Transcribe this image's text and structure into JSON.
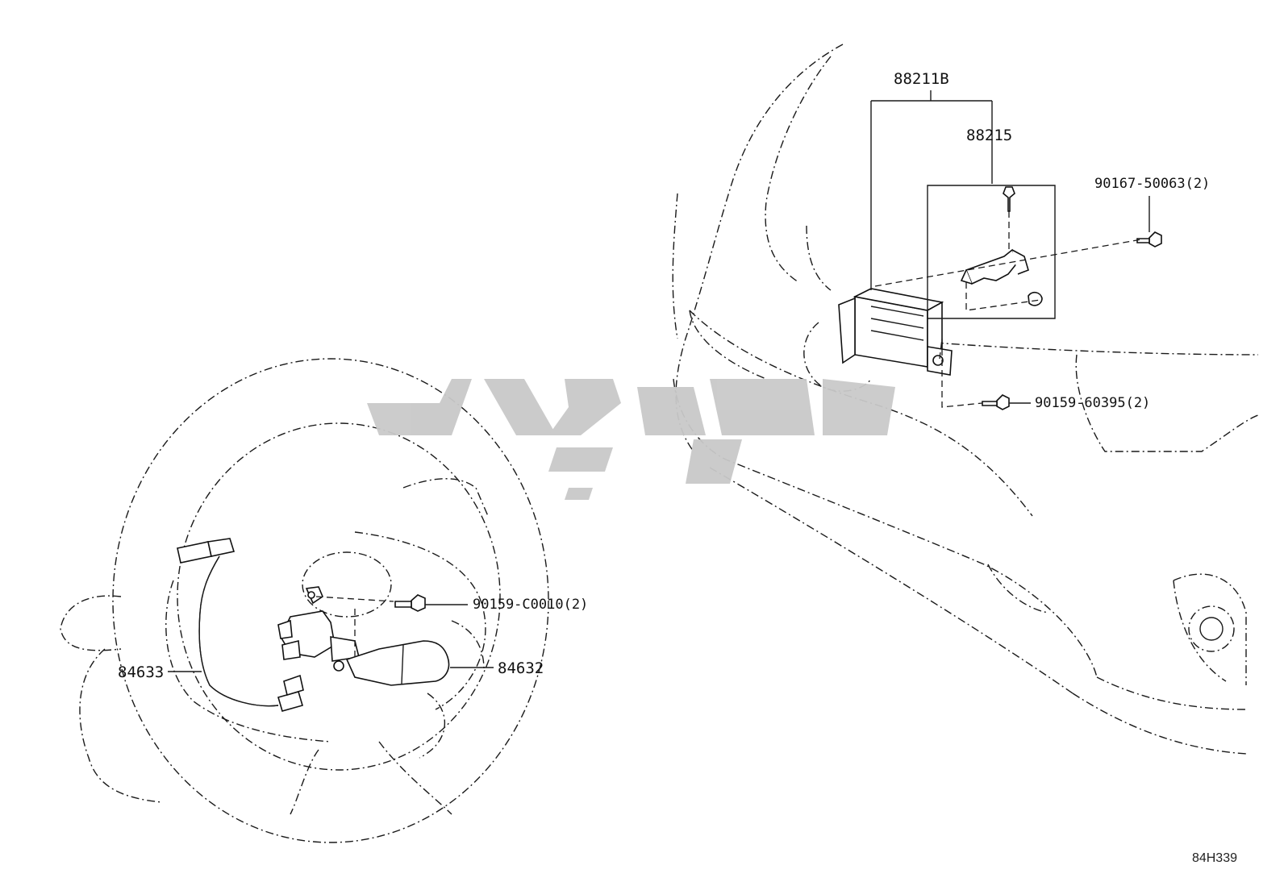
{
  "diagram": {
    "callouts": {
      "module_assembly": "88211B",
      "bracket": "88215",
      "bracket_bolt": "90167-50063(2)",
      "module_bolt": "90159-60395(2)",
      "switch_bolt": "90159-C0010(2)",
      "wire_harness": "84633",
      "cruise_switch": "84632"
    },
    "drawing_code": "84H339",
    "watermark": "تویارت"
  },
  "colors": {
    "line": "#1a1a1a",
    "watermark": "#c9c9c9",
    "background": "#ffffff"
  }
}
